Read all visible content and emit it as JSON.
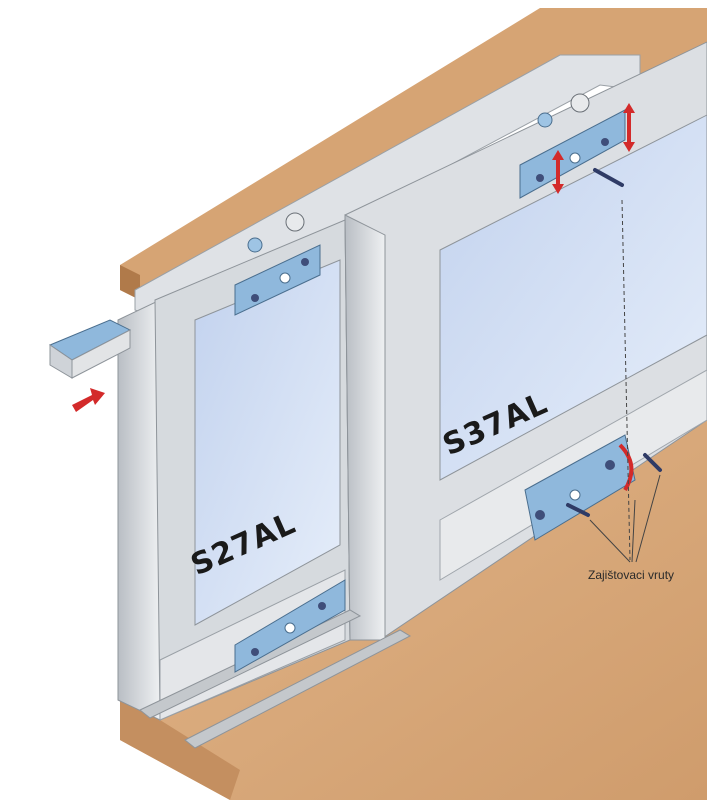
{
  "diagram": {
    "door_left_label": "S27AL",
    "door_right_label": "S37AL",
    "callout_label": "Zajištovaci vruty",
    "colors": {
      "wood": "#d9a877",
      "wood_edge": "#b8885a",
      "aluminium": "#cfd3d8",
      "glass": "#cfdcf2",
      "bracket": "#8fb8dc",
      "arrow": "#d32a2a"
    }
  }
}
